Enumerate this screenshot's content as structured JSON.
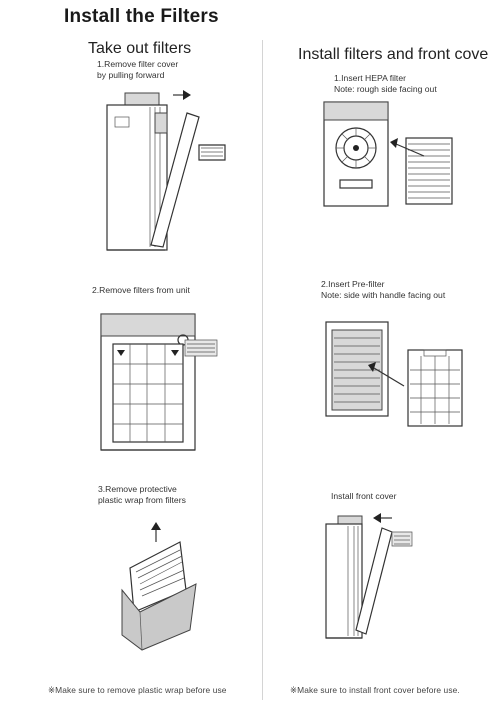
{
  "page": {
    "title": "Install the Filters"
  },
  "left": {
    "heading": "Take out filters",
    "steps": [
      {
        "text_lines": [
          "1.Remove filter cover",
          "by pulling forward"
        ]
      },
      {
        "text_lines": [
          "2.Remove filters from unit"
        ]
      },
      {
        "text_lines": [
          "3.Remove protective",
          "plastic wrap from filters"
        ]
      }
    ],
    "footnote": "※Make sure to remove plastic wrap before use"
  },
  "right": {
    "heading": "Install filters and front cove",
    "steps": [
      {
        "text_lines": [
          "1.Insert HEPA filter",
          "Note: rough side facing out"
        ]
      },
      {
        "text_lines": [
          "2.Insert Pre-filter",
          "Note: side with handle facing out"
        ]
      },
      {
        "text_lines": [
          "Install front cover"
        ]
      }
    ],
    "footnote": "※Make sure to install front cover before use."
  },
  "illustrations": [
    {
      "name": "remove-cover-illustration",
      "icon": "purifier-cover-pull"
    },
    {
      "name": "remove-filters-illustration",
      "icon": "purifier-filter-grid"
    },
    {
      "name": "unwrap-filter-illustration",
      "icon": "filter-in-bag"
    },
    {
      "name": "insert-hepa-illustration",
      "icon": "purifier-hepa-insert"
    },
    {
      "name": "insert-prefilter-illustration",
      "icon": "purifier-prefilter-insert"
    },
    {
      "name": "install-cover-illustration",
      "icon": "purifier-cover-attach"
    }
  ]
}
